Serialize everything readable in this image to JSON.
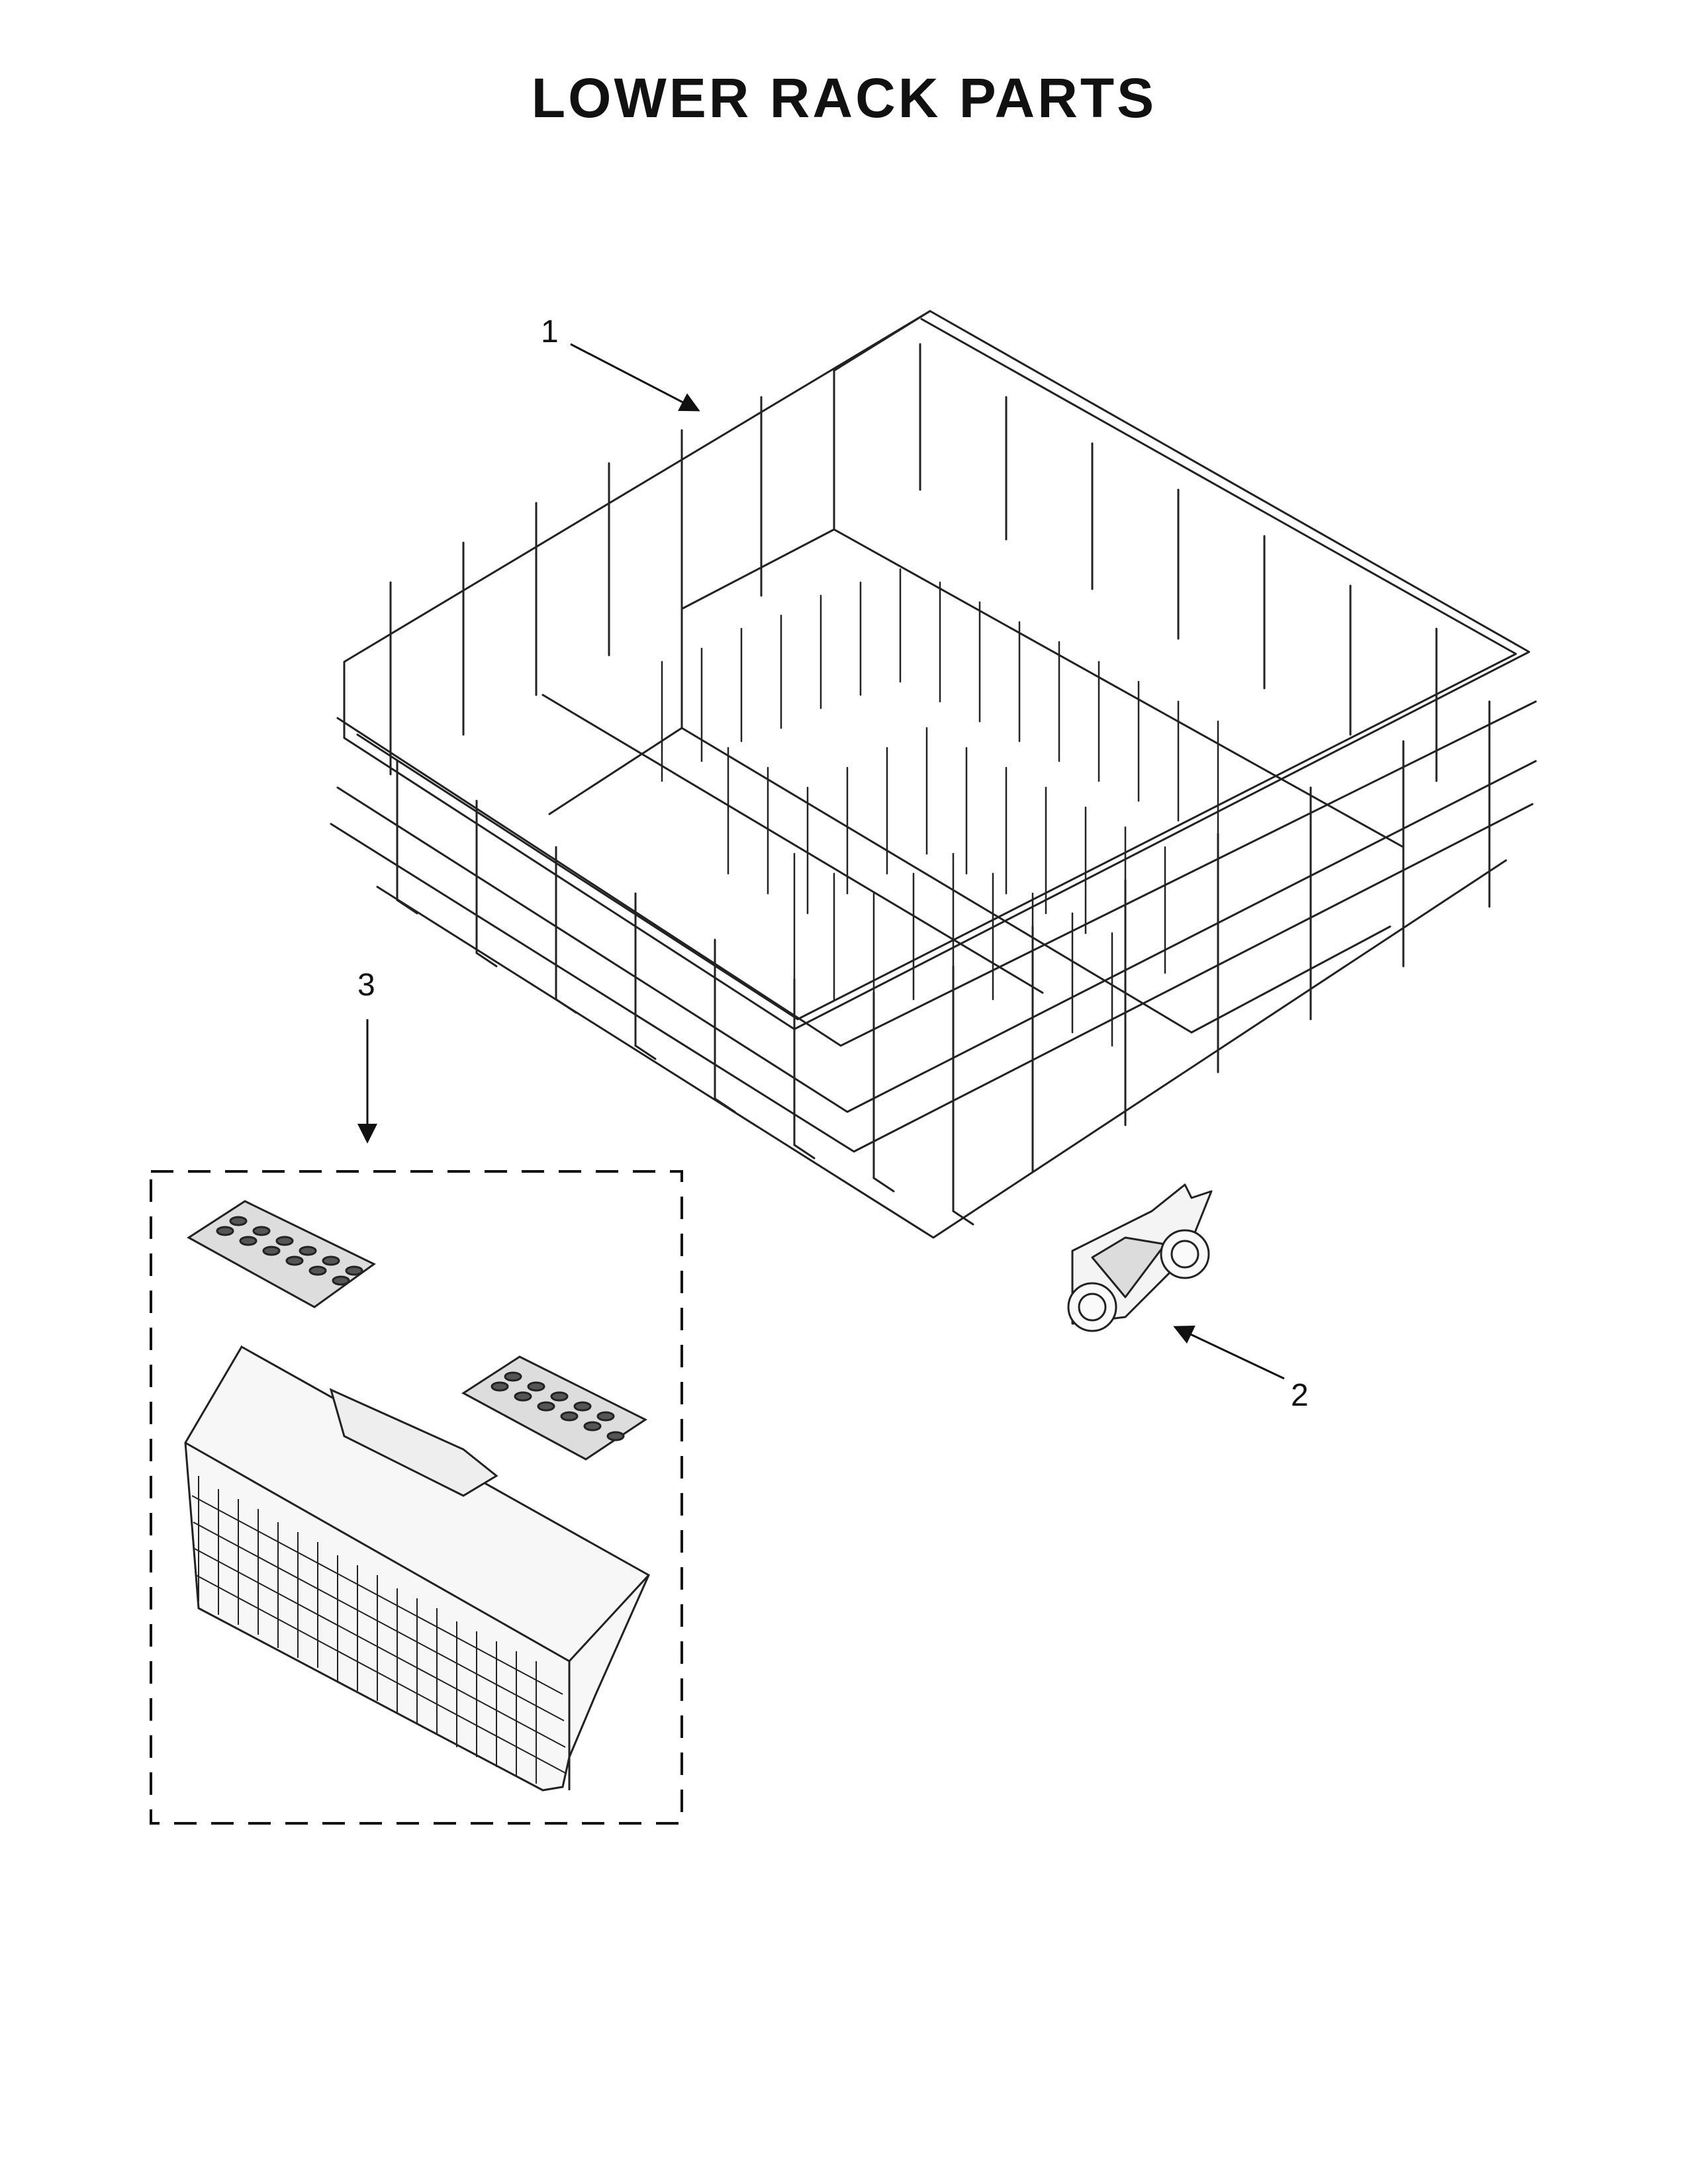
{
  "title": "LOWER RACK PARTS",
  "parts": [
    {
      "callout": "1",
      "name": "lower rack"
    },
    {
      "callout": "2",
      "name": "rack roller"
    },
    {
      "callout": "3",
      "name": "silverware basket"
    }
  ]
}
